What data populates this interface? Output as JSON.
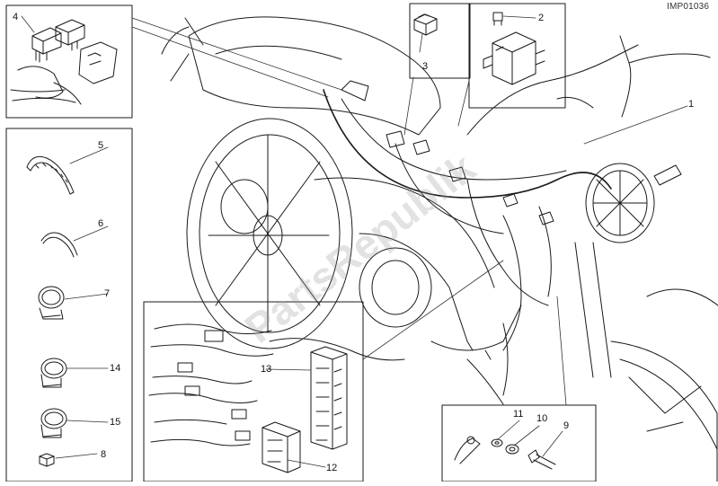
{
  "diagram": {
    "reference_code": "IMP01036",
    "watermark": "PartsRepublik",
    "callouts": [
      {
        "id": "c1",
        "text": "1"
      },
      {
        "id": "c2",
        "text": "2"
      },
      {
        "id": "c3",
        "text": "3"
      },
      {
        "id": "c4",
        "text": "4"
      },
      {
        "id": "c5",
        "text": "5"
      },
      {
        "id": "c6",
        "text": "6"
      },
      {
        "id": "c7",
        "text": "7"
      },
      {
        "id": "c8",
        "text": "8"
      },
      {
        "id": "c9",
        "text": "9"
      },
      {
        "id": "c10",
        "text": "10"
      },
      {
        "id": "c11",
        "text": "11"
      },
      {
        "id": "c12",
        "text": "12"
      },
      {
        "id": "c13",
        "text": "13"
      },
      {
        "id": "c14",
        "text": "14"
      },
      {
        "id": "c15",
        "text": "15"
      }
    ]
  },
  "colors": {
    "line": "#1a1a1a",
    "frame": "#333333",
    "watermark": "#969696"
  }
}
